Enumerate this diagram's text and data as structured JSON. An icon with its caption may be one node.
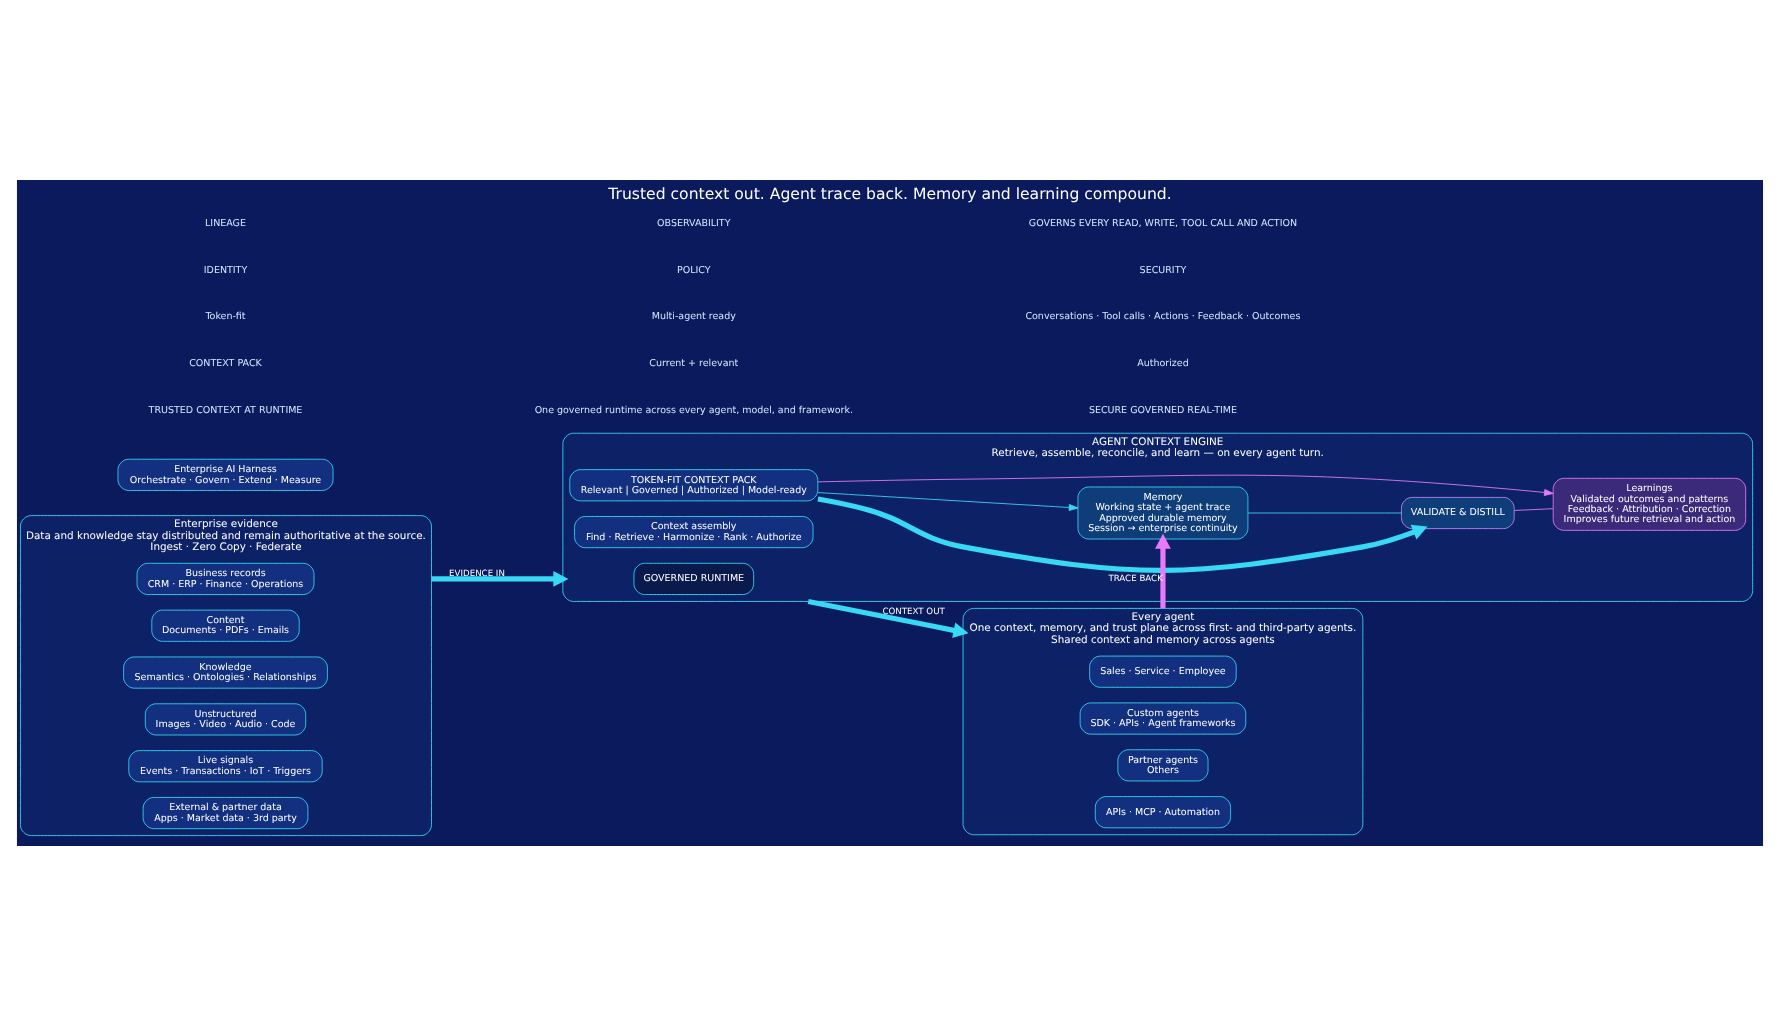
{
  "diagram": {
    "title": "Trusted context out. Agent trace back. Memory and learning compound.",
    "nodes": [
      {
        "text": [
          "Enterprise evidence",
          "Data and knowledge stay distributed and remain authoritative at the source.",
          "Ingest · Zero Copy · Federate"
        ]
      },
      {
        "text": [
          "Business records",
          "CRM · ERP · Finance · Operations"
        ],
        "in": 0
      },
      {
        "text": [
          "Content",
          "Documents · PDFs · Emails"
        ],
        "in": 0
      },
      {
        "text": [
          "Knowledge",
          "Semantics · Ontologies · Relationships"
        ],
        "in": 0
      },
      {
        "text": [
          "Unstructured",
          "Images · Video · Audio · Code"
        ],
        "in": 0
      },
      {
        "text": [
          "Live signals",
          "Events · Transactions · IoT · Triggers"
        ],
        "in": 0
      },
      {
        "text": [
          "External & partner data",
          "Apps · Market data · 3rd party"
        ],
        "in": 0
      },
      {
        "text": [
          "AGENT CONTEXT ENGINE",
          "Retrieve, assemble, reconcile, and learn — on every agent turn."
        ]
      },
      {
        "text": [
          "GOVERNED RUNTIME"
        ],
        "in": 7
      },
      {
        "text": [
          "Context assembly",
          "Find · Retrieve · Harmonize · Rank · Authorize"
        ],
        "in": 7
      },
      {
        "text": [
          "TOKEN-FIT CONTEXT PACK",
          "Relevant | Governed | Authorized | Model-ready"
        ],
        "in": 7
      },
      {
        "text": [
          "Memory",
          "Working state + agent trace",
          "Approved durable memory",
          "Session → enterprise continuity"
        ],
        "in": 7
      },
      {
        "text": [
          "VALIDATE & DISTILL"
        ],
        "in": 7
      },
      {
        "text": [
          "Learnings",
          "Validated outcomes and patterns",
          "Feedback · Attribution · Correction",
          "Improves future retrieval and action"
        ],
        "in": 7
      },
      {
        "text": [
          "Every agent",
          "One context, memory, and trust plane across first- and third-party agents.",
          "Shared context and memory across agents"
        ]
      },
      {
        "text": [
          "Sales · Service · Employee"
        ],
        "in": 14
      },
      {
        "text": [
          "Custom agents",
          "SDK · APIs · Agent frameworks"
        ],
        "in": 14
      },
      {
        "text": [
          "Partner agents",
          "Others"
        ],
        "in": 14
      },
      {
        "text": [
          "APIs · MCP · Automation"
        ],
        "in": 14
      },
      {
        "text": [
          "Enterprise AI Harness",
          "Orchestrate · Govern · Extend · Measure"
        ]
      }
    ],
    "edges": [
      {
        "from": 0,
        "to": 7,
        "arrow": "to",
        "label": "EVIDENCE IN",
        "style": "thick"
      },
      {
        "from": 7,
        "to": 14,
        "arrow": "to",
        "label": "CONTEXT OUT",
        "style": "thick"
      },
      {
        "from": 10,
        "to": 11,
        "arrow": "to"
      },
      {
        "from": 10,
        "to": 12,
        "arrow": "to",
        "style": "thick"
      },
      {
        "from": 10,
        "to": 13,
        "arrow": "to",
        "color": "#e879f9"
      },
      {
        "from": 11,
        "to": 12,
        "arrow": "none"
      },
      {
        "from": 12,
        "to": 13,
        "arrow": "none",
        "color": "#e879f9"
      },
      {
        "from": 14,
        "to": 11,
        "arrow": "to",
        "label": "TRACE BACK",
        "style": "thick",
        "color": "#e879f9"
      }
    ],
    "labels": [
      "TRUSTED CONTEXT AT RUNTIME",
      "One governed runtime across every agent, model, and framework.",
      "SECURE GOVERNED REAL-TIME",
      "CONTEXT PACK",
      "Current + relevant",
      "Authorized",
      "Token-fit",
      "Multi-agent ready",
      "Conversations · Tool calls · Actions · Feedback · Outcomes",
      "IDENTITY",
      "POLICY",
      "SECURITY",
      "LINEAGE",
      "OBSERVABILITY",
      "GOVERNS EVERY READ, WRITE, TOOL CALL AND ACTION"
    ]
  }
}
